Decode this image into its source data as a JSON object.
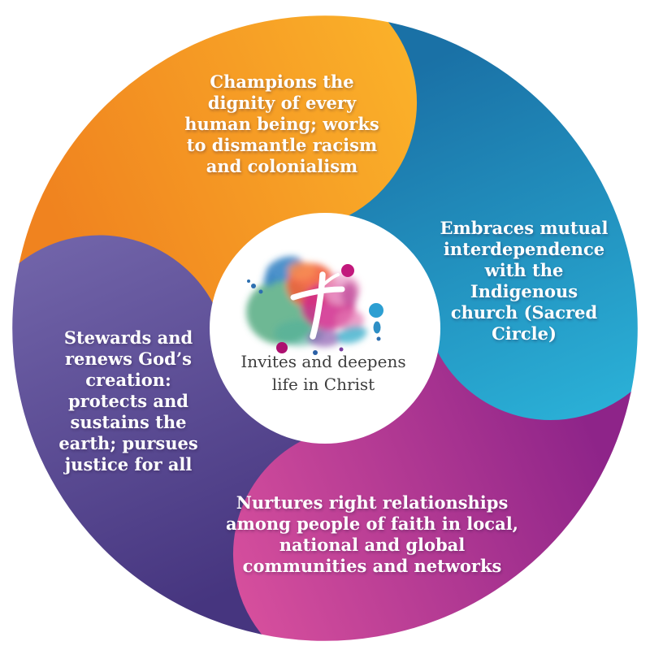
{
  "center": {
    "lines": [
      "Invites and deepens",
      "life in Christ"
    ],
    "icon": "watercolor-cross"
  },
  "segments": {
    "orange": {
      "lines": [
        "Champions the",
        "dignity of every",
        "human being; works",
        "to dismantle racism",
        "and colonialism"
      ]
    },
    "teal": {
      "lines": [
        "Embraces mutual",
        "interdependence",
        "with the",
        "Indigenous",
        "church (Sacred",
        "Circle)"
      ]
    },
    "magenta": {
      "lines": [
        "Nurtures right relationships",
        "among people of faith in local,",
        "national and global",
        "communities and networks"
      ]
    },
    "purple": {
      "lines": [
        "Stewards and",
        "renews God’s",
        "creation:",
        "protects and",
        "sustains the",
        "earth; pursues",
        "justice for all"
      ]
    }
  },
  "palette": {
    "orange_dark": "#F0831F",
    "orange_light": "#FBB32A",
    "teal_dark": "#1A71A6",
    "teal_light": "#2BB3D9",
    "magenta_dark": "#8E2489",
    "magenta_light": "#DA519E",
    "purple_dark": "#46357F",
    "purple_light": "#7366AB",
    "center_bg": "#FFFFFF",
    "text_light": "#FFFFFF",
    "text_dark": "#3D3D3D"
  }
}
